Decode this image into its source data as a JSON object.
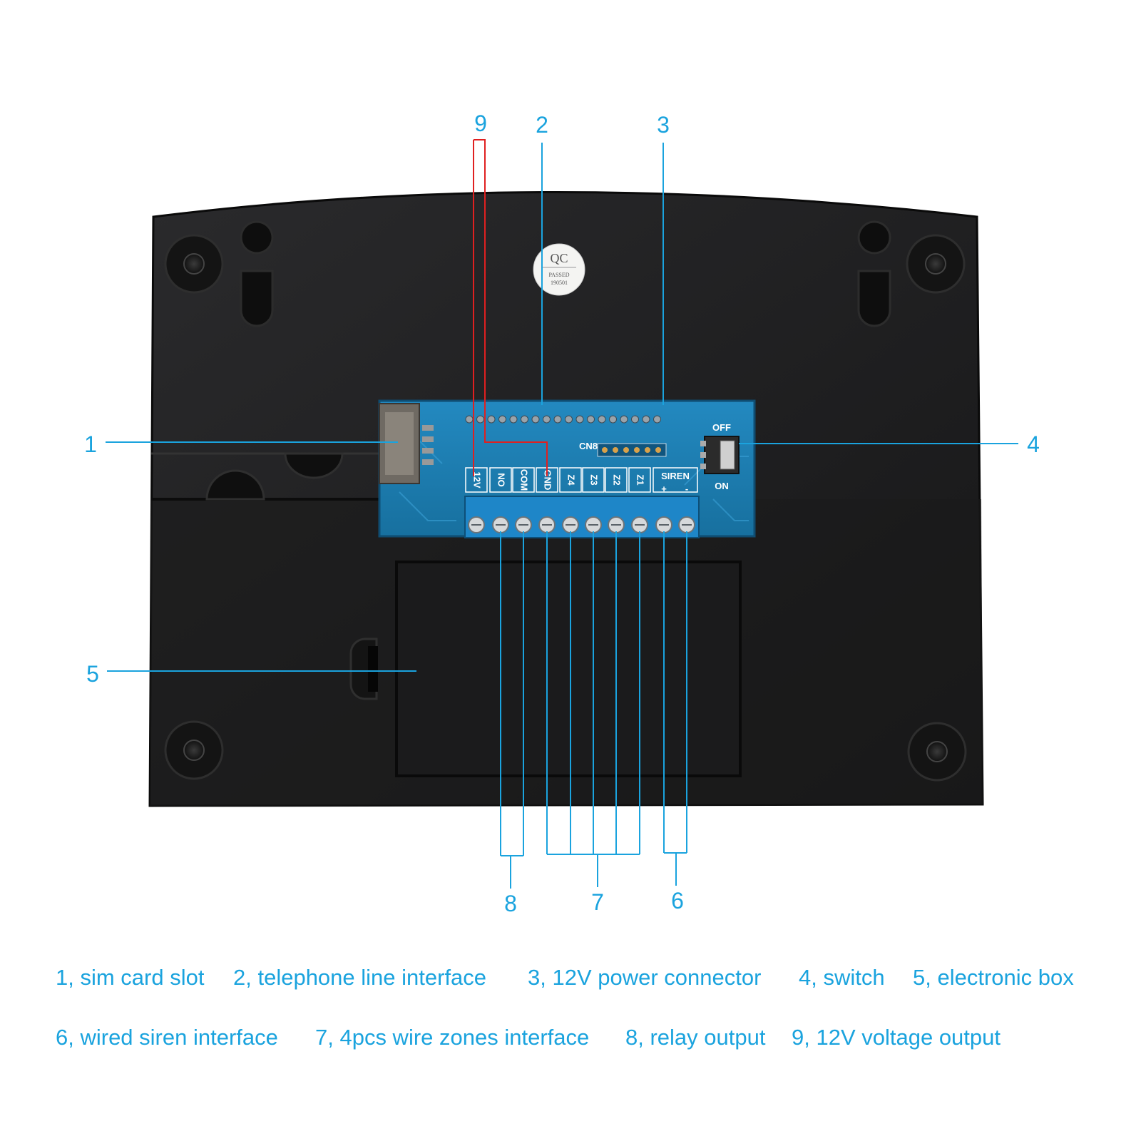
{
  "callouts": {
    "c1": "1",
    "c2": "2",
    "c3": "3",
    "c4": "4",
    "c5": "5",
    "c6": "6",
    "c7": "7",
    "c8": "8",
    "c9": "9"
  },
  "board": {
    "pins": [
      "12V",
      "NO",
      "COM",
      "GND",
      "Z4",
      "Z3",
      "Z2",
      "Z1",
      "SIREN"
    ],
    "siren_plus": "+",
    "siren_minus": "-",
    "switch_off": "OFF",
    "switch_on": "ON",
    "header_label": "CN8"
  },
  "sticker": {
    "line1": "QC",
    "line2": "PASSED",
    "line3": "190501"
  },
  "legend": {
    "row1": [
      "1, sim card slot",
      "2, telephone line interface",
      "3, 12V power connector",
      "4, switch",
      "5, electronic box"
    ],
    "row2": [
      "6, wired siren interface",
      "7, 4pcs wire zones interface",
      "8, relay output",
      "9, 12V voltage output"
    ]
  },
  "colors": {
    "callout_line": "#1aa3de",
    "voltage_line": "#e02020",
    "housing": "#1d1d1f",
    "pcb": "#1f7fb4",
    "terminal_block": "#1e86c8"
  }
}
